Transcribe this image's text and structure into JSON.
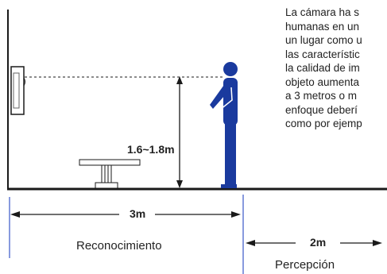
{
  "description_lines": [
    "La cámara ha s",
    "humanas en un",
    "un lugar como u",
    "las característic",
    "la calidad de im",
    "objeto aumenta",
    "a 3 metros o m",
    "enfoque deberí",
    "como por ejemp"
  ],
  "labels": {
    "height_range": "1.6~1.8m",
    "recognition_distance": "3m",
    "perception_distance": "2m",
    "recognition": "Reconocimiento",
    "perception": "Percepción"
  },
  "colors": {
    "person": "#1a3a9e",
    "lines": "#1a1a1a",
    "zone_divider": "#3a56c8"
  },
  "icons": {
    "camera": "camera-icon",
    "person": "person-icon",
    "table": "table-icon"
  }
}
